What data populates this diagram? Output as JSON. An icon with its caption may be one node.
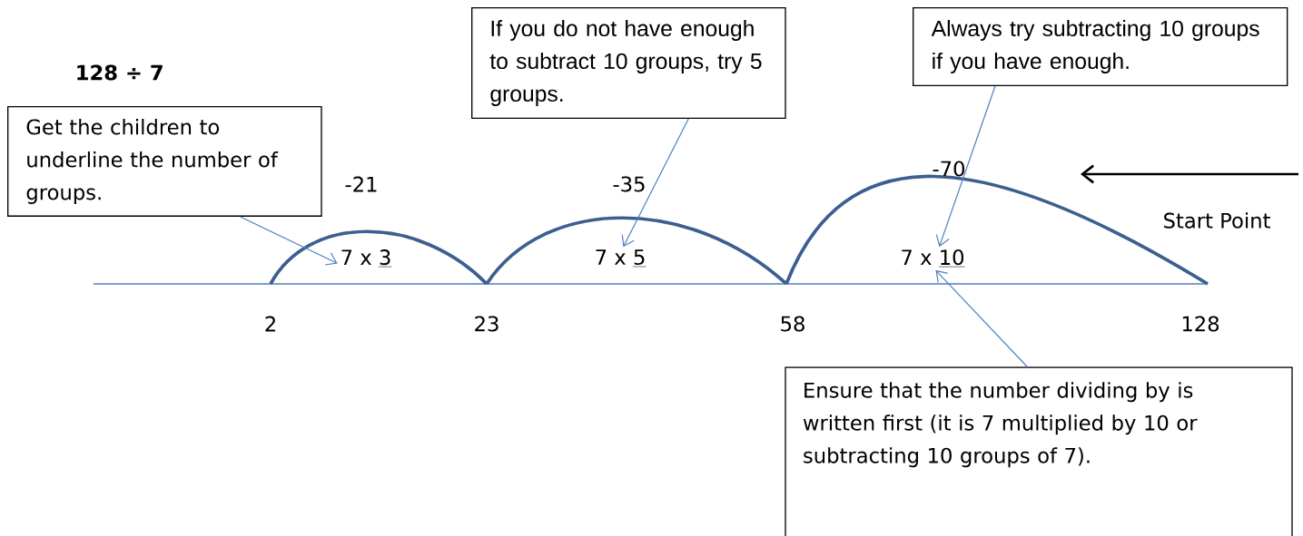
{
  "diagram": {
    "title": "128 ÷ 7",
    "nodes": [
      {
        "text": [
          "Get the children to underline the number of groups."
        ]
      },
      {
        "text": [
          "If you do not have enough to subtract 10 groups, try 5 groups."
        ]
      },
      {
        "text": [
          "Always try subtracting 10 groups if you have enough."
        ]
      },
      {
        "text": [
          "Ensure that the number dividing by is written first (it is 7 multiplied by 10 or subtracting 10 groups of 7)."
        ]
      },
      {
        "text": [
          "7 x",
          "3"
        ]
      },
      {
        "text": [
          "7 x",
          "5"
        ]
      },
      {
        "text": [
          "7 x",
          "10"
        ]
      }
    ],
    "edges": [
      {
        "from": 0,
        "to": 4,
        "arrow": "to"
      },
      {
        "from": 1,
        "to": 5,
        "arrow": "to"
      },
      {
        "from": 2,
        "to": 6,
        "arrow": "to"
      },
      {
        "from": 3,
        "to": 6,
        "arrow": "to"
      }
    ],
    "labels": [
      "-21",
      "-35",
      "-70",
      "Start Point",
      "2",
      "23",
      "58",
      "128"
    ]
  }
}
